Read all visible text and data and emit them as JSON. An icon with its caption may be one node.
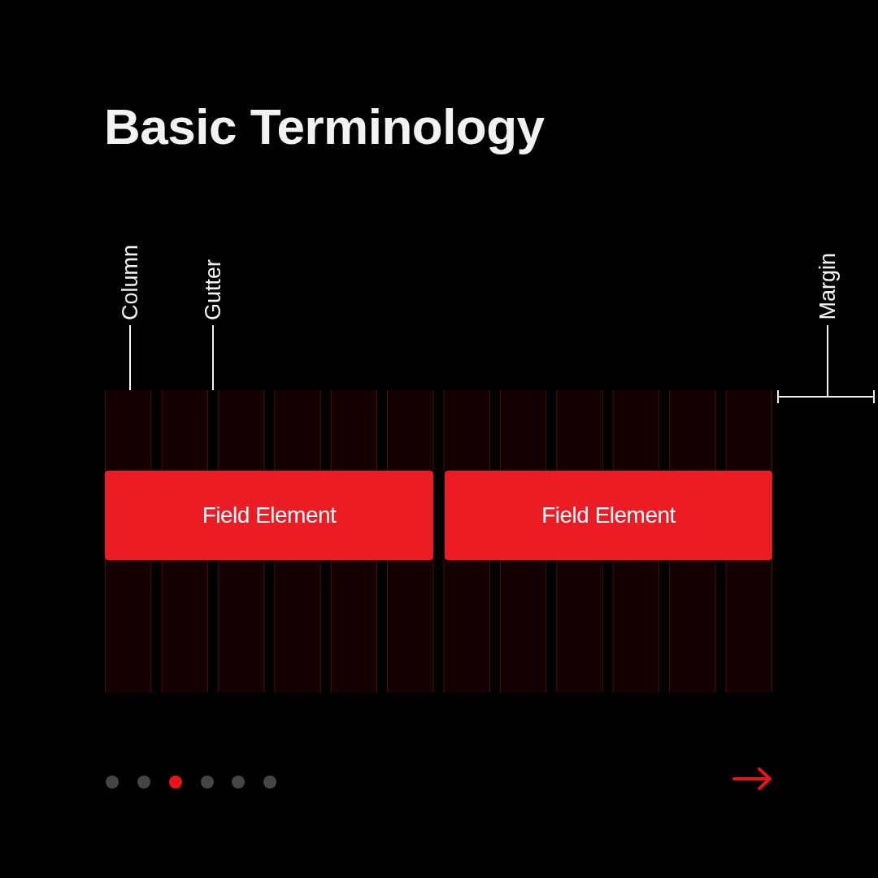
{
  "diagram": {
    "title": "Basic Terminology",
    "nodes": [
      {
        "text": [
          "Column"
        ]
      },
      {
        "text": [
          "Gutter"
        ]
      },
      {
        "text": [
          "Margin"
        ]
      },
      {
        "text": [
          "Field Element"
        ]
      },
      {
        "text": [
          "Field Element"
        ]
      }
    ],
    "edges": [
      {
        "from": 0,
        "to": null,
        "arrow": "none"
      },
      {
        "from": 1,
        "to": null,
        "arrow": "none"
      },
      {
        "from": 2,
        "to": null,
        "arrow": "none"
      }
    ]
  }
}
